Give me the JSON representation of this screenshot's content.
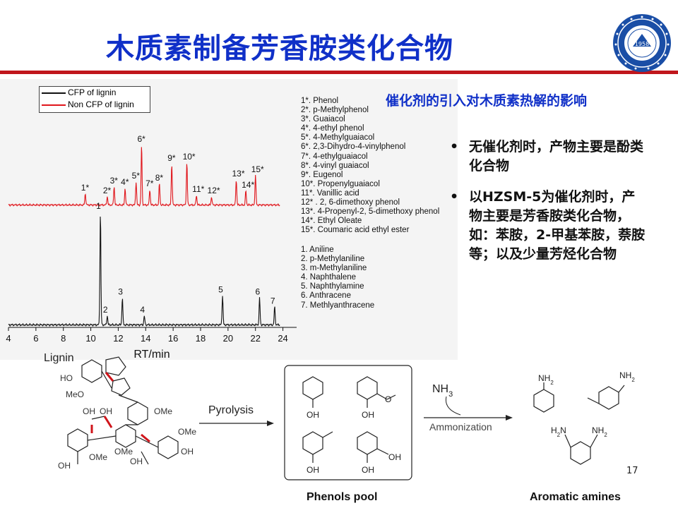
{
  "slide": {
    "title": "木质素制备芳香胺类化合物",
    "subtitle": "催化剂的引入对木质素热解的影响",
    "page_number": "17",
    "accent_color": "#1030c8",
    "rule_color": "#c0161c",
    "logo_year": "1958"
  },
  "bullets": [
    {
      "text": "无催化剂时，产物主要是酚类化合物"
    },
    {
      "text": "以HZSM-5为催化剂时，产物主要是芳香胺类化合物，如：苯胺，2-甲基苯胺，萘胺等；以及少量芳烃化合物"
    }
  ],
  "chart_data": {
    "type": "line",
    "xlabel": "RT/min",
    "ylabel": "",
    "xlim": [
      4,
      25
    ],
    "x_ticks": [
      "4",
      "6",
      "8",
      "10",
      "12",
      "14",
      "16",
      "18",
      "20",
      "22",
      "24"
    ],
    "grid": false,
    "legend": {
      "placement": "top-left",
      "entries": [
        {
          "name": "CFP of lignin",
          "color": "#111111"
        },
        {
          "name": "Non CFP of lignin",
          "color": "#e0151b"
        }
      ]
    },
    "series": [
      {
        "name": "Non CFP of lignin",
        "color": "#e0151b",
        "peaks": [
          {
            "label": "1*",
            "x": 9.6,
            "height": 0.16
          },
          {
            "label": "2*",
            "x": 11.2,
            "height": 0.12
          },
          {
            "label": "3*",
            "x": 11.7,
            "height": 0.26
          },
          {
            "label": "4*",
            "x": 12.5,
            "height": 0.24
          },
          {
            "label": "5*",
            "x": 13.3,
            "height": 0.33
          },
          {
            "label": "6*",
            "x": 13.7,
            "height": 0.85
          },
          {
            "label": "7*",
            "x": 14.3,
            "height": 0.22
          },
          {
            "label": "8*",
            "x": 15.0,
            "height": 0.3
          },
          {
            "label": "9*",
            "x": 15.9,
            "height": 0.58
          },
          {
            "label": "10*",
            "x": 17.0,
            "height": 0.6
          },
          {
            "label": "11*",
            "x": 17.7,
            "height": 0.14
          },
          {
            "label": "12*",
            "x": 18.8,
            "height": 0.12
          },
          {
            "label": "13*",
            "x": 20.6,
            "height": 0.36
          },
          {
            "label": "14*",
            "x": 21.3,
            "height": 0.2
          },
          {
            "label": "15*",
            "x": 22.0,
            "height": 0.42
          }
        ]
      },
      {
        "name": "CFP of lignin",
        "color": "#111111",
        "peaks": [
          {
            "label": "1",
            "x": 10.7,
            "height": 1.0
          },
          {
            "label": "2",
            "x": 11.2,
            "height": 0.08
          },
          {
            "label": "3",
            "x": 12.3,
            "height": 0.24
          },
          {
            "label": "4",
            "x": 13.9,
            "height": 0.08
          },
          {
            "label": "5",
            "x": 19.6,
            "height": 0.26
          },
          {
            "label": "6",
            "x": 22.3,
            "height": 0.24
          },
          {
            "label": "7",
            "x": 23.4,
            "height": 0.16
          }
        ]
      }
    ]
  },
  "peak_list": [
    "1*.   Phenol",
    "2*.   p-Methylphenol",
    "3*.   Guaiacol",
    "4*.   4-ethyl phenol",
    "5*.   4-Methylguaiacol",
    "6*.   2,3-Dihydro-4-vinylphenol",
    "7*.   4-ethylguaiacol",
    "8*.   4-vinyl guaiacol",
    "9*.   Eugenol",
    "10*. Propenylguaiacol",
    "11*. Vanillic acid",
    "12* . 2, 6-dimethoxy phenol",
    "13*. 4-Propenyl-2, 5-dimethoxy phenol",
    "14*. Ethyl Oleate",
    "15*. Coumaric acid ethyl ester"
  ],
  "amine_list": [
    "1. Aniline",
    "2. p-Methylaniline",
    "3. m-Methylaniline",
    "4. Naphthalene",
    "5. Naphthylamine",
    "6. Anthracene",
    "7. Methlyanthracene"
  ],
  "scheme": {
    "lignin_label": "Lignin",
    "pyrolysis_label": "Pyrolysis",
    "nh3_label": "NH",
    "nh3_sub": "3",
    "ammonization_label": "Ammonization",
    "phenols_caption": "Phenols pool",
    "amines_caption": "Aromatic amines",
    "oh": "OH",
    "ho": "HO",
    "meo": "MeO",
    "ome": "OMe",
    "nh2": "NH",
    "nh2_sub": "2",
    "h2n": "H",
    "h2n_sub": "2",
    "h2n_n": "N",
    "o": "O"
  }
}
